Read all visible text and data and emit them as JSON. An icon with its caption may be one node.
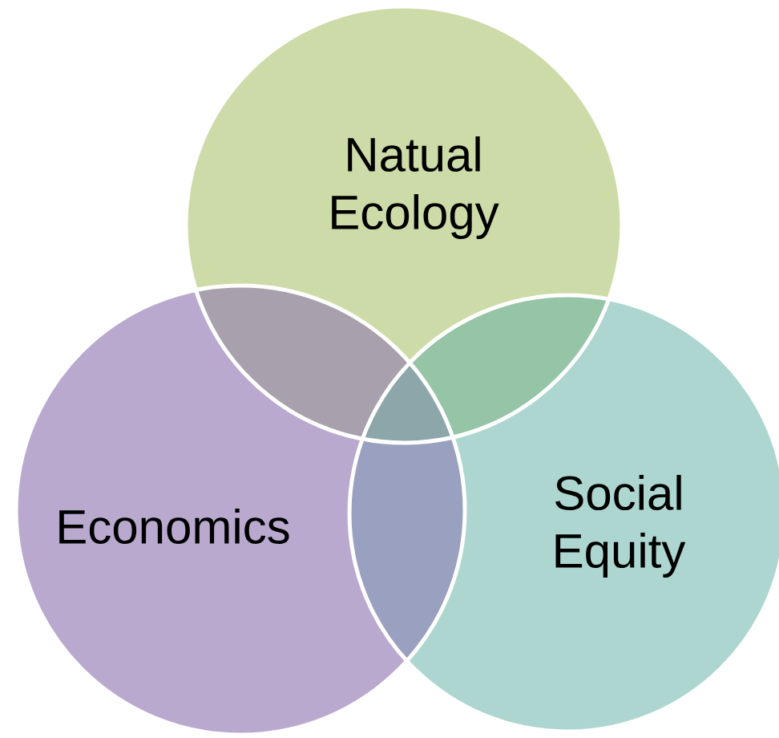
{
  "diagram": {
    "nodes": [
      {
        "text": [
          "Natual Ecology"
        ]
      },
      {
        "text": [
          "Economics"
        ]
      },
      {
        "text": [
          "Social Equity"
        ]
      }
    ]
  }
}
